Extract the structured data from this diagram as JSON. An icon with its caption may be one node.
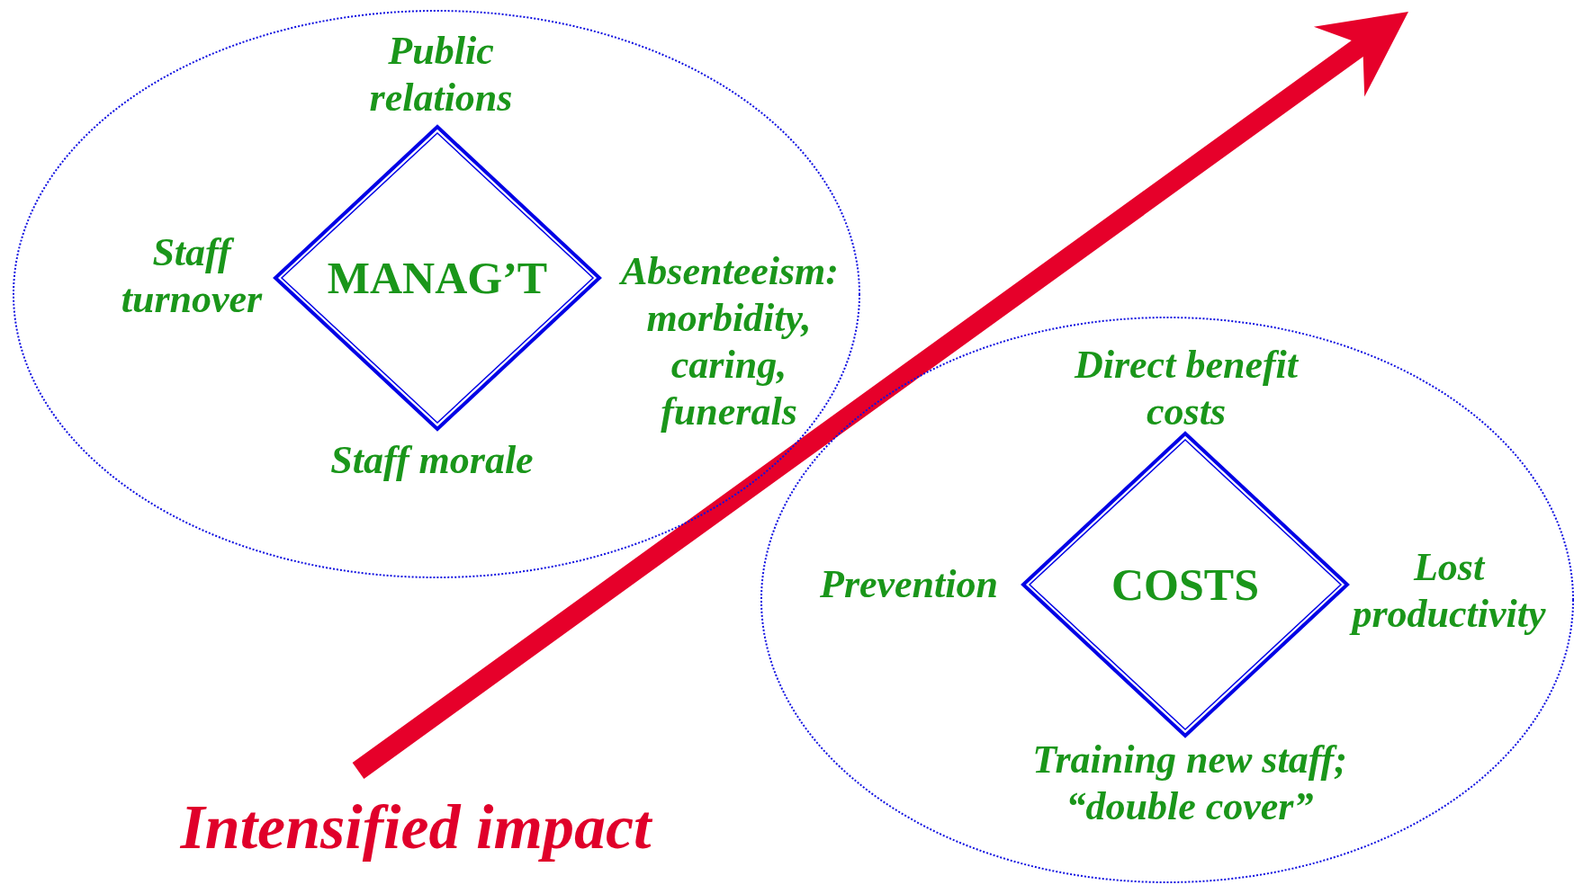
{
  "diagram": {
    "nodes": [
      {
        "text": [],
        "shape": "ellipse"
      },
      {
        "text": [
          "MANAG’T"
        ],
        "in": 0,
        "beside": [
          "Public relations",
          "Staff turnover",
          "Absenteeism: morbidity, caring, funerals",
          "Staff morale"
        ]
      },
      {
        "text": [],
        "shape": "ellipse"
      },
      {
        "text": [
          "COSTS"
        ],
        "in": 2,
        "beside": [
          "Direct benefit costs",
          "Prevention",
          "Lost productivity",
          "Training new staff; “double cover”"
        ]
      }
    ],
    "labels": [
      "Intensified impact"
    ]
  }
}
